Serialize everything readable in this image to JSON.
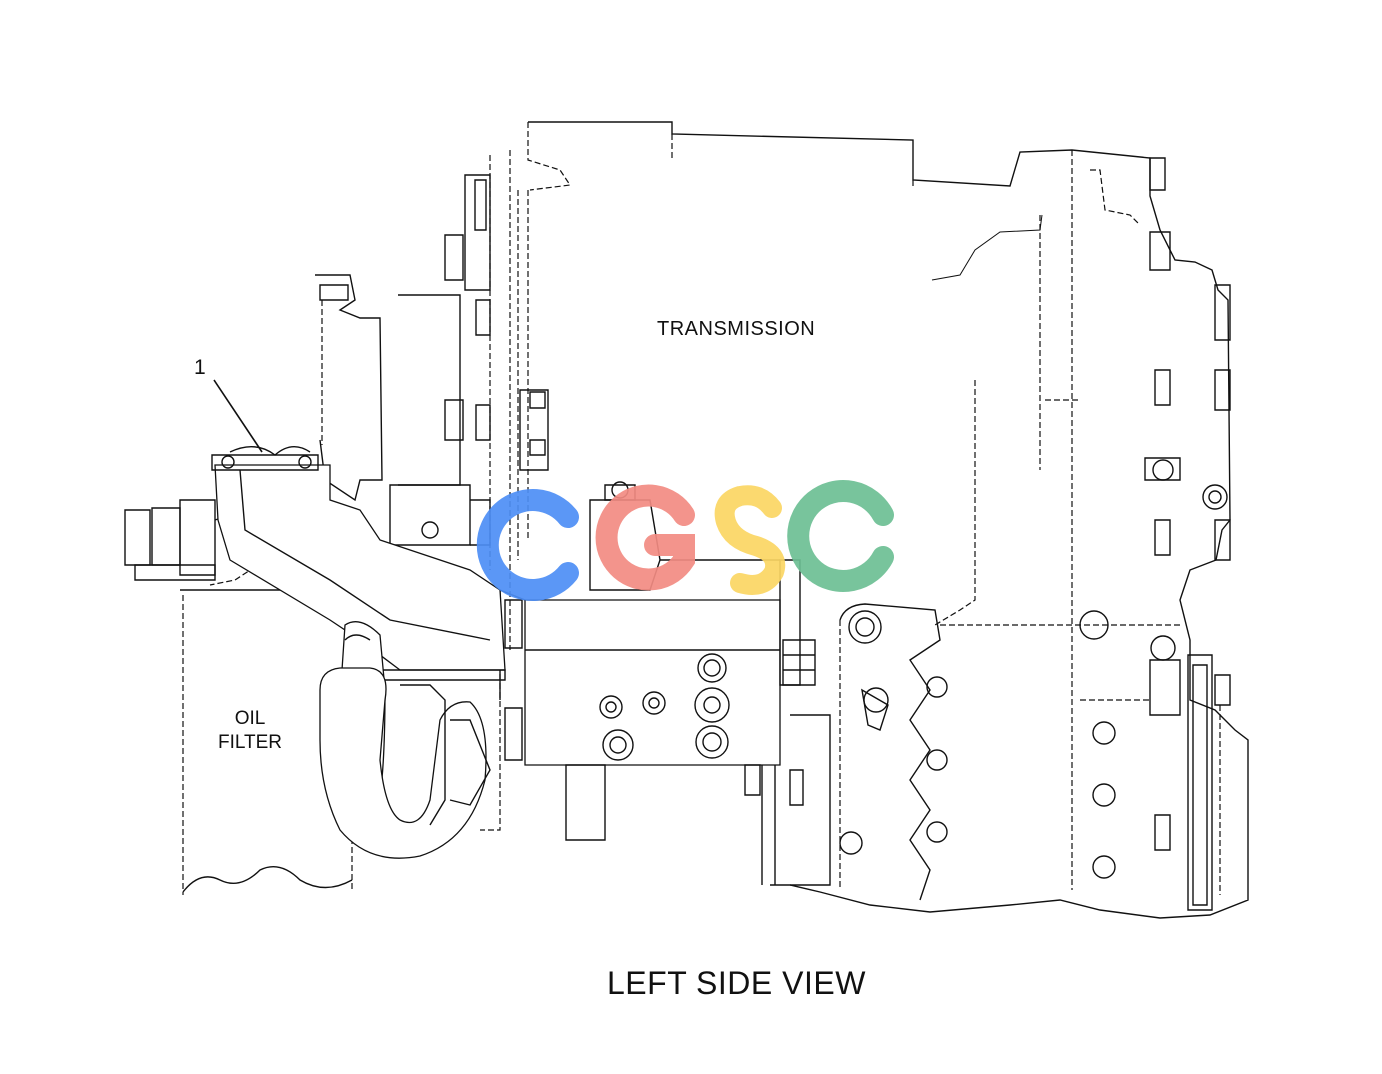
{
  "diagram": {
    "callout_number": "1",
    "transmission_label": "TRANSMISSION",
    "oil_filter_label_line1": "OIL",
    "oil_filter_label_line2": "FILTER",
    "view_title": "LEFT SIDE VIEW"
  },
  "watermark": {
    "letters": [
      "C",
      "G",
      "S",
      "C"
    ],
    "colors": [
      "#4d8ef5",
      "#f28b82",
      "#fbd663",
      "#6cbf94"
    ]
  }
}
